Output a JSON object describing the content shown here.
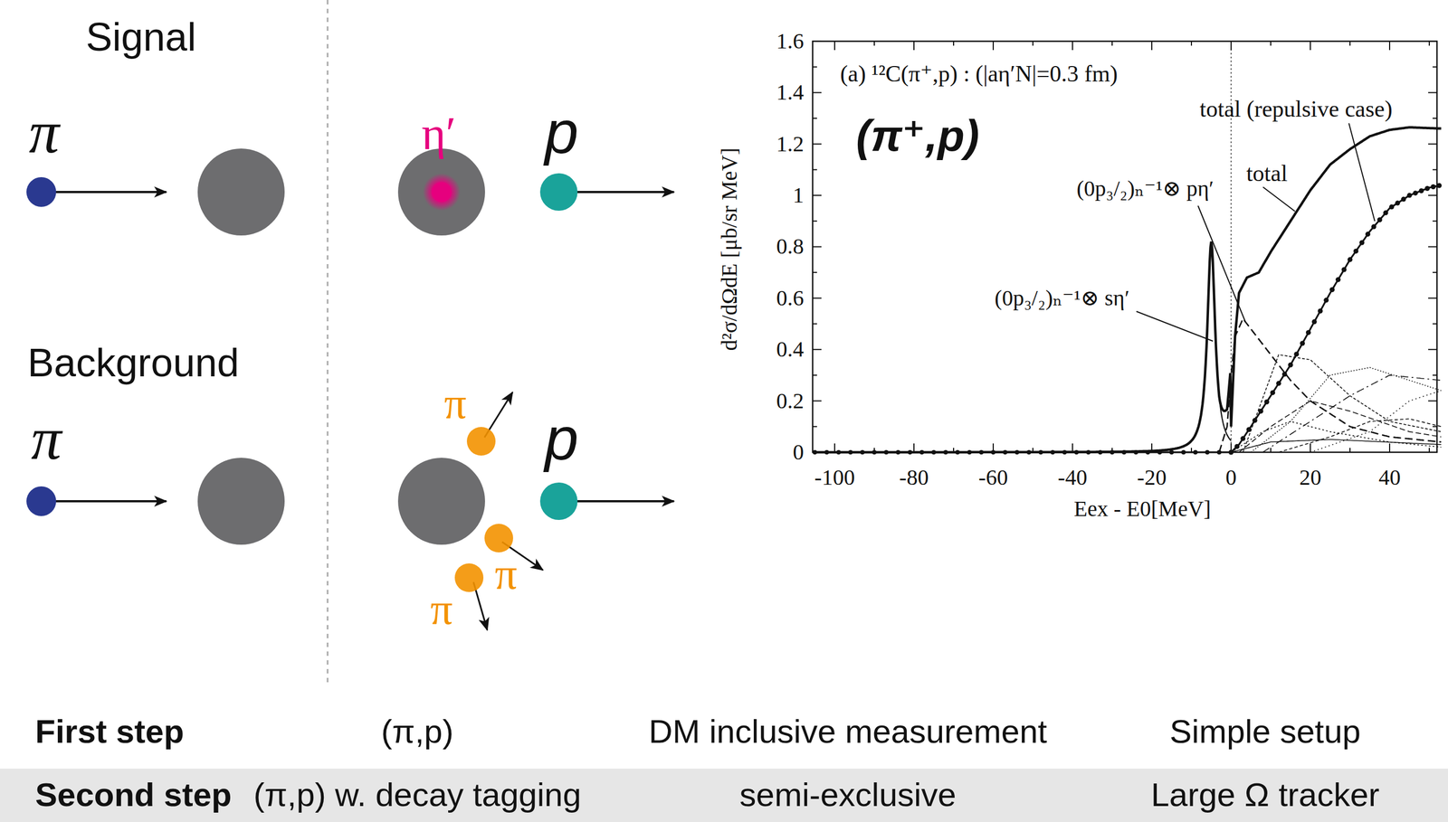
{
  "diagram": {
    "nodes": [
      {
        "text": [
          "Second step",
          "(π,p) w. decay tagging",
          "semi-exclusive",
          "Large Ω tracker"
        ]
      }
    ],
    "labels": [
      "Signal",
      "π",
      "η′",
      "p",
      "Background",
      "π",
      "π",
      "π",
      "π",
      "p",
      "(a) ¹²C(π⁺,p) : (|aη′N|=0.3 fm)",
      "(π⁺,p)",
      "total (repulsive case)",
      "total",
      "(0p₃/₂)ₙ⁻¹⊗ pη′",
      "(0p₃/₂)ₙ⁻¹⊗ sη′",
      "1.6",
      "1.4",
      "1.2",
      "1",
      "0.8",
      "0.6",
      "0.4",
      "0.2",
      "0",
      "d²σ/dΩdE [μb/sr MeV]",
      "-100",
      "-80",
      "-60",
      "-40",
      "-20",
      "0",
      "20",
      "40",
      "Eex - E0[MeV]",
      "First step",
      "(π,p)",
      "DM inclusive measurement",
      "Simple setup"
    ]
  }
}
